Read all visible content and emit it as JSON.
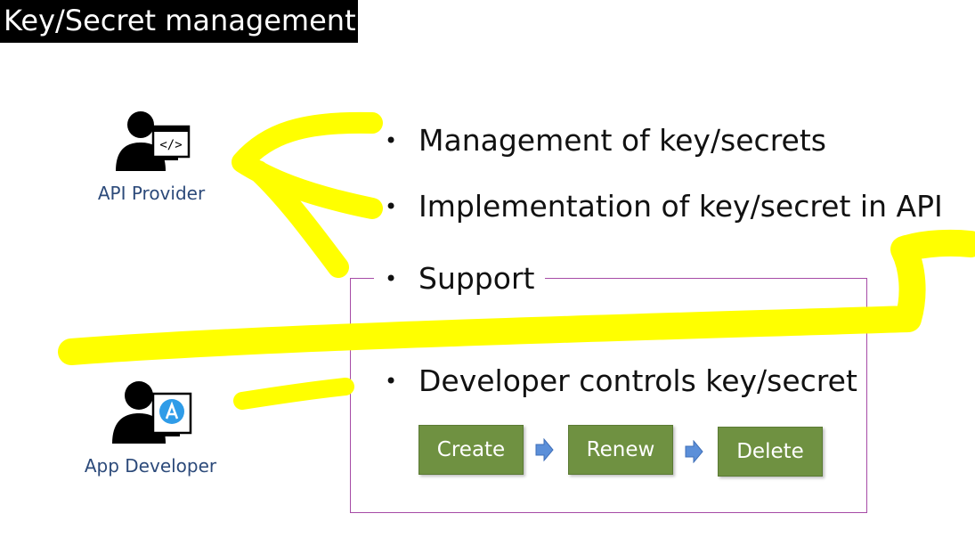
{
  "title": "Key/Secret management",
  "personas": {
    "provider": {
      "label": "API Provider",
      "icon": "api-provider-icon"
    },
    "developer": {
      "label": "App Developer",
      "icon": "app-developer-icon"
    }
  },
  "bullets": {
    "management": "Management of key/secrets",
    "implementation": "Implementation of key/secret in API",
    "support": "Support",
    "developer_controls": "Developer controls key/secret"
  },
  "steps": [
    "Create",
    "Renew",
    "Delete"
  ],
  "colors": {
    "highlight": "#ffff00",
    "step_fill": "#6f9141",
    "box_border": "#a64ba6",
    "arrow": "#5b8fd9",
    "persona_label": "#2c4a7a"
  }
}
